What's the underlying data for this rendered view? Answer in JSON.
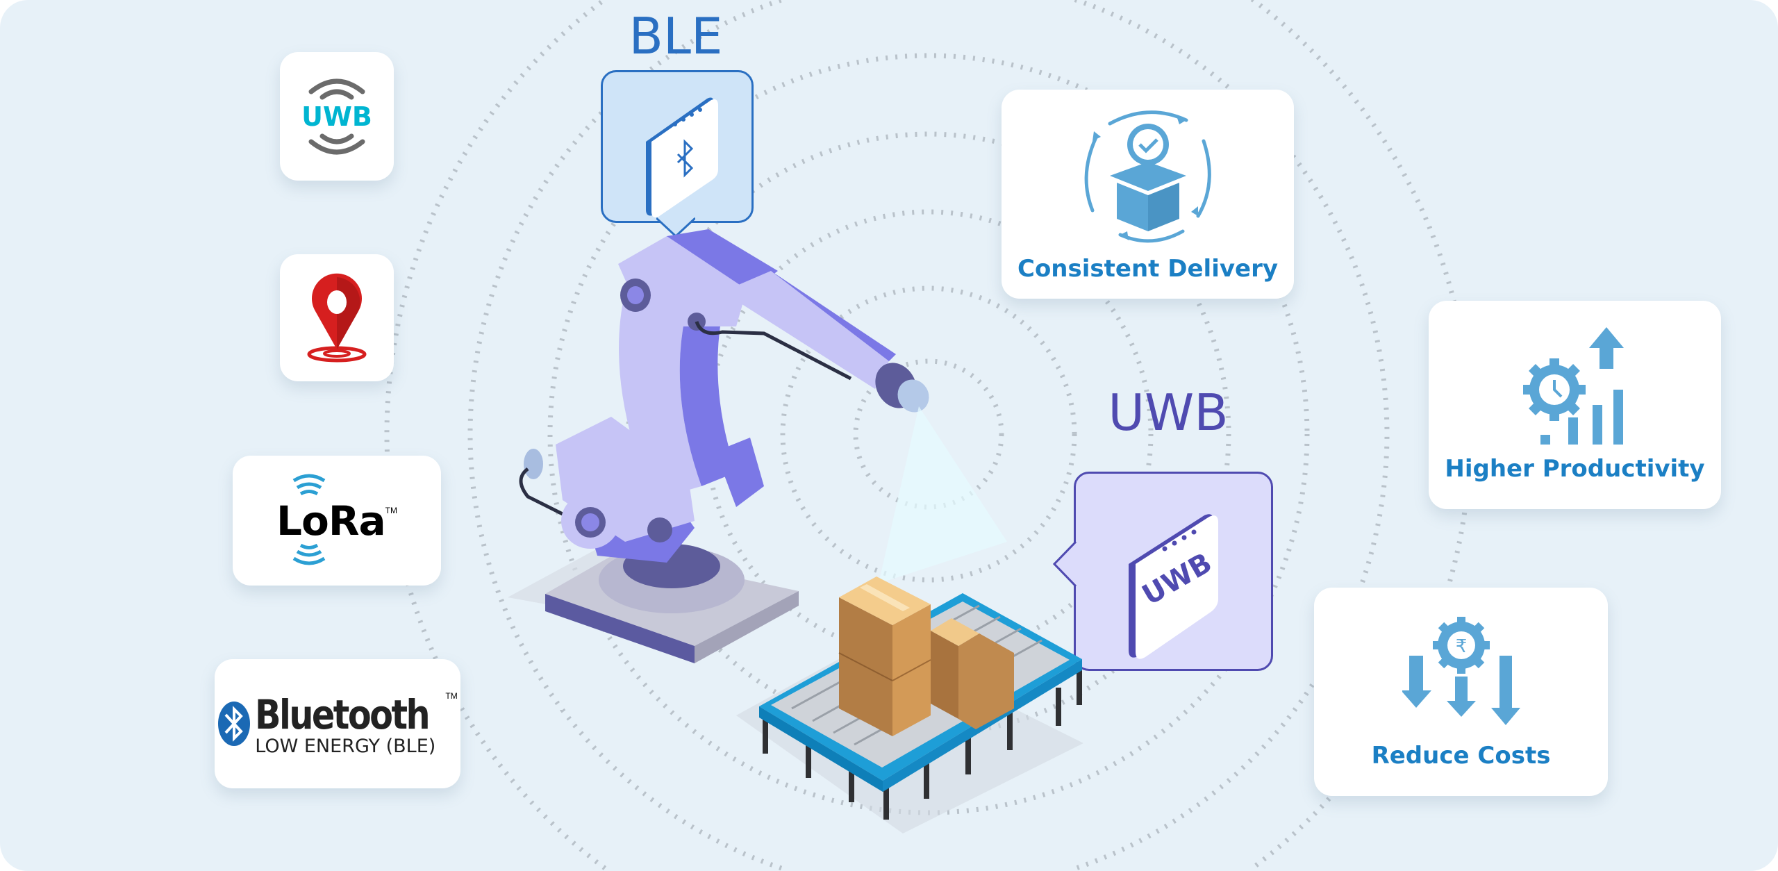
{
  "technologies": {
    "uwb_badge": "UWB",
    "lora_logo": "LoRa",
    "lora_tm": "TM",
    "bluetooth_word": "Bluetooth",
    "bluetooth_tm": "TM",
    "bluetooth_sub": "LOW ENERGY (BLE)"
  },
  "labels": {
    "ble": "BLE",
    "uwb": "UWB",
    "uwb_device_text": "UWB"
  },
  "benefits": [
    {
      "label": "Consistent Delivery",
      "icon": "box-cycle-icon"
    },
    {
      "label": "Higher Productivity",
      "icon": "gear-growth-icon"
    },
    {
      "label": "Reduce Costs",
      "icon": "rupee-gear-down-icon"
    }
  ],
  "colors": {
    "background": "#e7f1f8",
    "benefit_blue": "#1b7fc4",
    "icon_blue": "#5aa6d6",
    "ble_blue": "#2a6fc2",
    "uwb_purple": "#4f4ab0",
    "robot_purple": "#7b78e6",
    "pin_red": "#d61f1f"
  }
}
